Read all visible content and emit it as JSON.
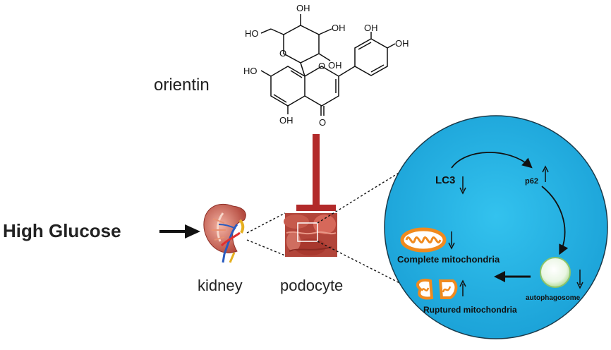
{
  "compound": {
    "name": "orientin",
    "atom_labels": {
      "oh_sugar_top": "OH",
      "ho_sugar_left": "HO",
      "oh_sugar_right": "OH",
      "oh_sugar_lower": "OH",
      "o_ring_sugar": "O",
      "o_ring_chromone": "O",
      "ho_c7": "HO",
      "oh_c5": "OH",
      "o_carbonyl": "O",
      "oh_b_ring_top": "OH",
      "oh_b_ring_right": "OH"
    }
  },
  "inputs": {
    "stimulus": "High Glucose",
    "organ": "kidney",
    "cell": "podocyte"
  },
  "mechanism": {
    "lc3": "LC3",
    "p62": "p62",
    "complete_mitochondria": "Complete mitochondria",
    "ruptured_mitochondria": "Ruptured mitochondria",
    "autophagosome": "autophagosome"
  },
  "colors": {
    "inhibition": "#b22a2a",
    "cell_fill": "#2ab3e0",
    "mitochondria": "#f08a1e",
    "autophagosome": "#a8d888"
  }
}
